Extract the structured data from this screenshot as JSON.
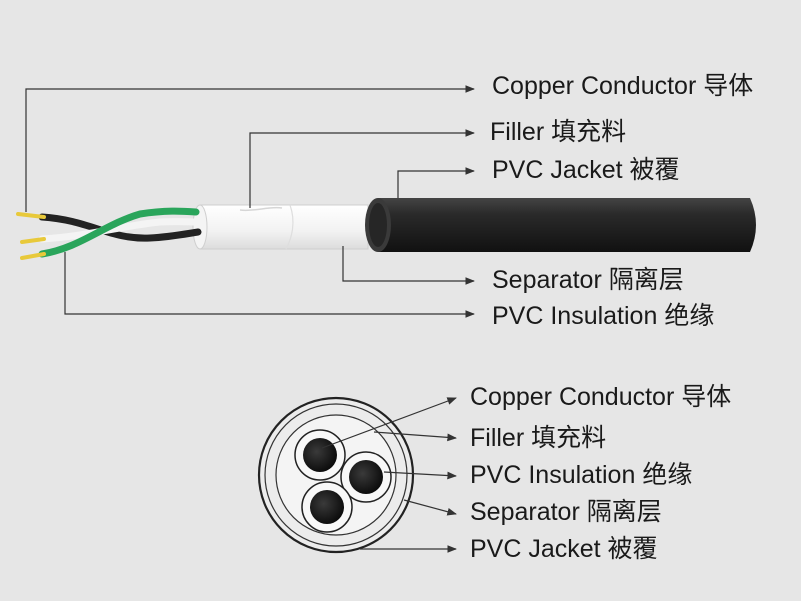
{
  "side_view": {
    "labels": [
      {
        "id": "conductor",
        "text": "Copper Conductor 导体"
      },
      {
        "id": "filler",
        "text": "Filler 填充料"
      },
      {
        "id": "jacket",
        "text": "PVC Jacket  被覆"
      },
      {
        "id": "separator",
        "text": "Separator  隔离层"
      },
      {
        "id": "insulation",
        "text": "PVC Insulation 绝缘"
      }
    ]
  },
  "cross_section": {
    "labels": [
      {
        "id": "conductor",
        "text": "Copper Conductor 导体"
      },
      {
        "id": "filler",
        "text": "Filler 填充料"
      },
      {
        "id": "insulation",
        "text": "PVC Insulation  绝缘"
      },
      {
        "id": "separator",
        "text": "Separator  隔离层"
      },
      {
        "id": "jacket",
        "text": "PVC Jacket  被覆"
      }
    ]
  },
  "colors": {
    "background": "#e6e6e6",
    "jacket": "#1c1c1c",
    "conductor_wire": "#e8c93a",
    "green_insulation": "#2aa55b",
    "black_insulation": "#222222",
    "separator": "#f7f7f7",
    "leader_line": "#333333"
  }
}
